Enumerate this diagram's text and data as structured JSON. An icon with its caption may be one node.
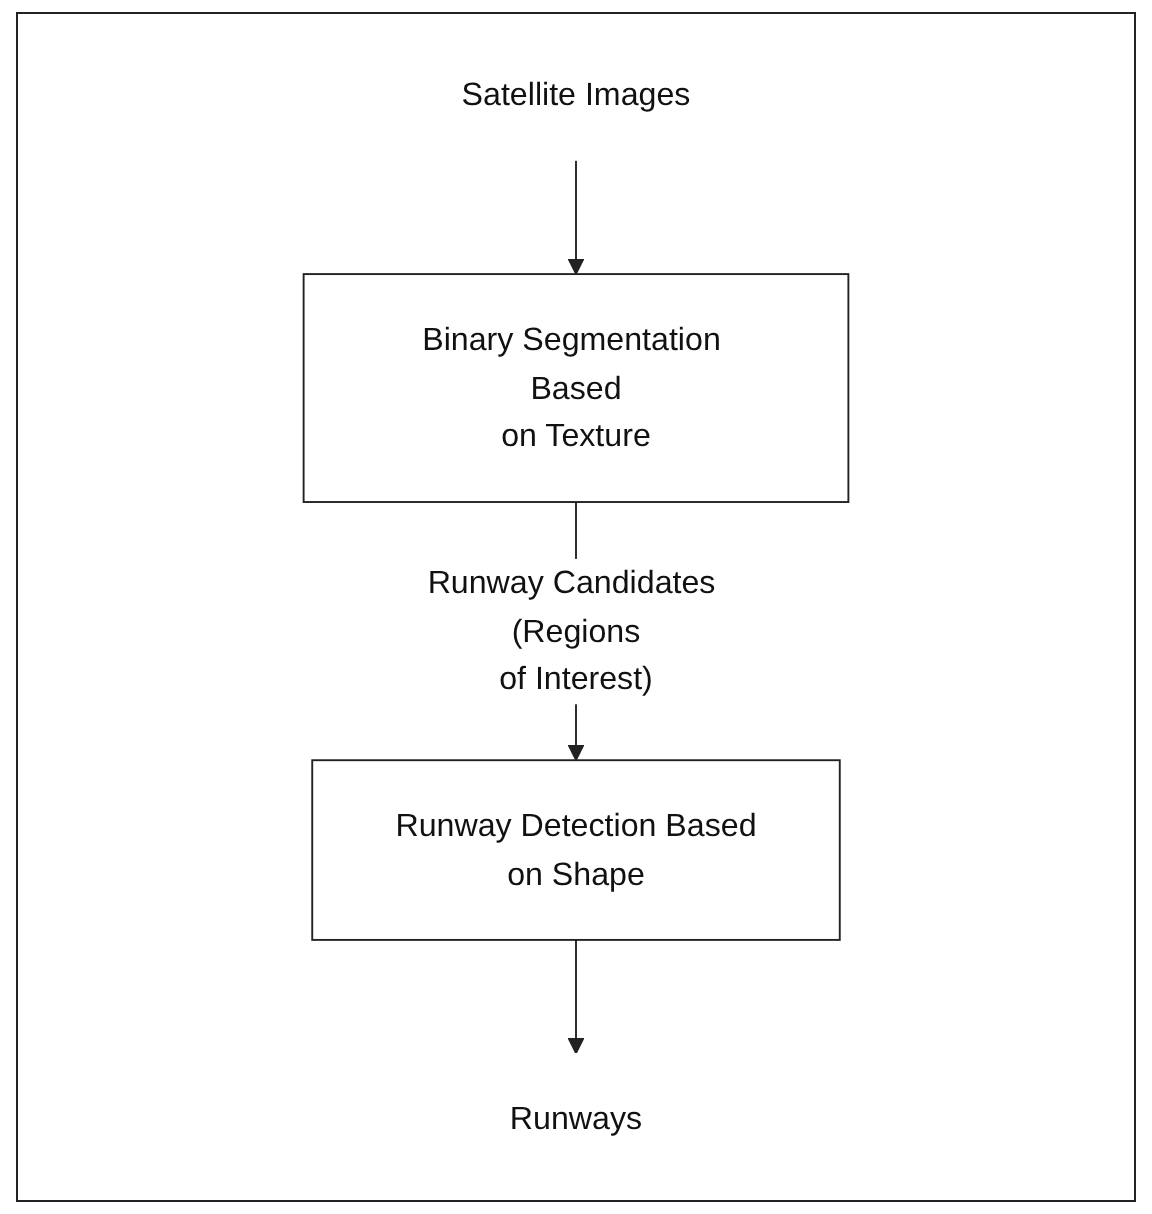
{
  "diagram": {
    "nodes": [
      {
        "text": [
          "Satellite Images"
        ]
      },
      {
        "text": [
          "Binary Segmentation Based on Texture"
        ]
      },
      {
        "text": [
          "Runway Detection Based on Shape"
        ]
      },
      {
        "text": [
          "Runways"
        ]
      }
    ],
    "edges": [
      {
        "from": 0,
        "to": 1,
        "arrow": "to"
      },
      {
        "from": 1,
        "to": 2,
        "arrow": "to",
        "label": "Runway Candidates (Regions of Interest)"
      },
      {
        "from": 2,
        "to": 3,
        "arrow": "to"
      }
    ]
  }
}
